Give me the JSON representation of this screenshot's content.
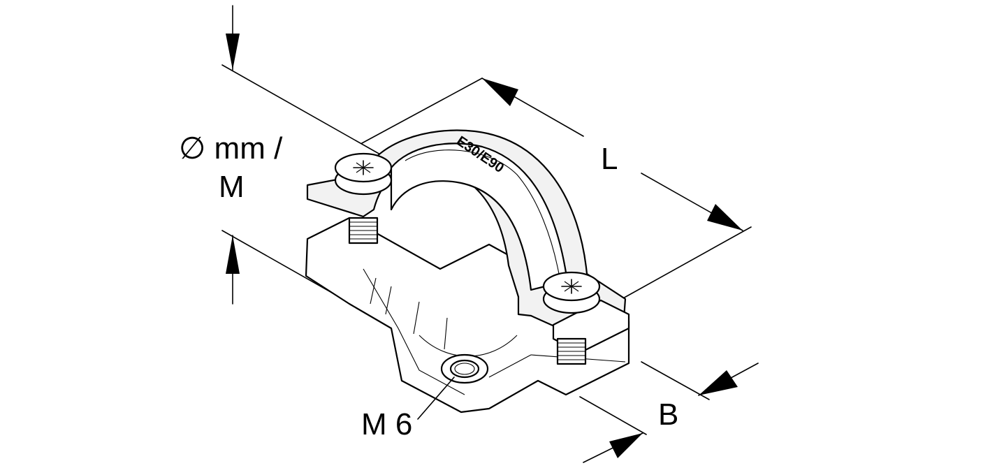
{
  "labels": {
    "diameter": "∅ mm /",
    "diameter_unit": "M",
    "length": "L",
    "width": "B",
    "thread": "M 6",
    "stamp": "E30/E90"
  },
  "icons": [
    "phillips-screw-head-icon",
    "threaded-bolt-icon",
    "dimension-arrow-icon"
  ],
  "colors": {
    "line": "#000000",
    "background": "#ffffff"
  }
}
